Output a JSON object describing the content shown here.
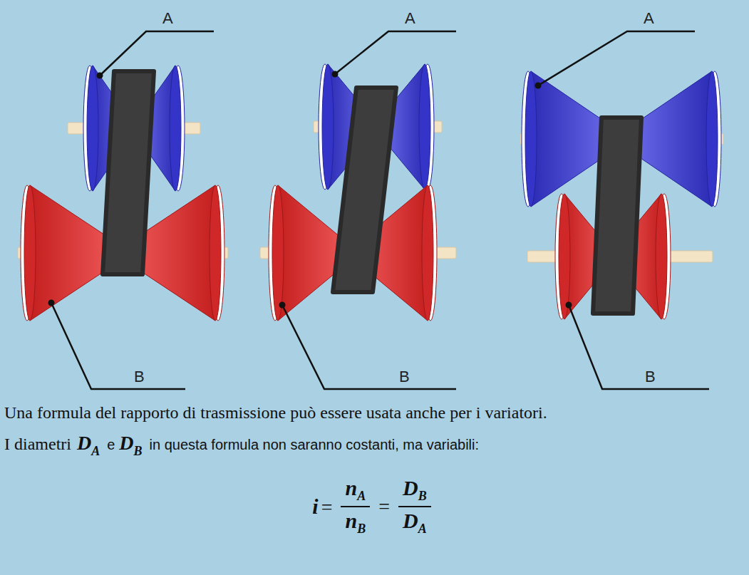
{
  "diagram": {
    "labels": [
      "A",
      "A",
      "A",
      "B",
      "B",
      "B",
      "Una formula del rapporto di trasmissione può essere usata anche per i variatori.",
      "I diametri",
      "D",
      "A",
      "e",
      "D",
      "B",
      "in questa formula non saranno costanti, ma variabili:",
      "i",
      "=",
      "n",
      "A",
      "n",
      "B",
      "=",
      "D",
      "B",
      "D",
      "A"
    ]
  }
}
